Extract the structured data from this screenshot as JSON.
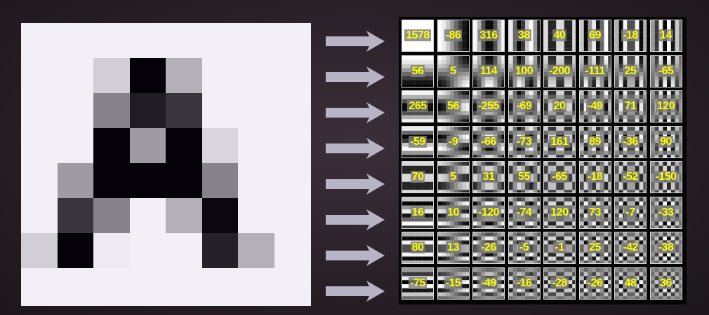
{
  "colors": {
    "background": "#2a2028",
    "image_background": "#f1eff3",
    "arrow": "#b9b3c6",
    "coefficient_text": "#ffff00"
  },
  "pixel_image": {
    "grid_size": [
      8,
      8
    ],
    "gray_levels": [
      [
        0.95,
        0.95,
        0.95,
        0.95,
        0.95,
        0.95,
        0.95,
        0.95
      ],
      [
        0.95,
        0.95,
        0.82,
        0.02,
        0.7,
        0.95,
        0.95,
        0.95
      ],
      [
        0.95,
        0.95,
        0.52,
        0.12,
        0.22,
        0.95,
        0.95,
        0.95
      ],
      [
        0.95,
        0.95,
        0.02,
        0.62,
        0.02,
        0.85,
        0.95,
        0.95
      ],
      [
        0.95,
        0.62,
        0.02,
        0.02,
        0.02,
        0.52,
        0.95,
        0.95
      ],
      [
        0.95,
        0.22,
        0.52,
        0.95,
        0.7,
        0.04,
        0.95,
        0.95
      ],
      [
        0.82,
        0.02,
        0.93,
        0.95,
        0.95,
        0.14,
        0.7,
        0.95
      ],
      [
        0.95,
        0.95,
        0.95,
        0.95,
        0.95,
        0.95,
        0.95,
        0.95
      ]
    ]
  },
  "arrow_icon": "right-arrow-icon",
  "dct_coefficients": [
    [
      "1578",
      "-86",
      "316",
      "38",
      "40",
      "69",
      "-18",
      "14"
    ],
    [
      "56",
      "5",
      "114",
      "100",
      "-200",
      "-111",
      "25",
      "-65"
    ],
    [
      "265",
      "56",
      "-255",
      "-69",
      "20",
      "-49",
      "71",
      "120"
    ],
    [
      "-59",
      "-9",
      "-66",
      "-73",
      "161",
      "89",
      "-36",
      "90"
    ],
    [
      "70",
      "5",
      "31",
      "55",
      "-65",
      "-18",
      "-52",
      "-150"
    ],
    [
      "16",
      "10",
      "-120",
      "-74",
      "120",
      "73",
      "-7",
      "-33"
    ],
    [
      "80",
      "13",
      "-26",
      "-5",
      "-1",
      "25",
      "-42",
      "-38"
    ],
    [
      "-75",
      "-15",
      "-49",
      "-16",
      "-28",
      "-26",
      "48",
      "36"
    ]
  ]
}
